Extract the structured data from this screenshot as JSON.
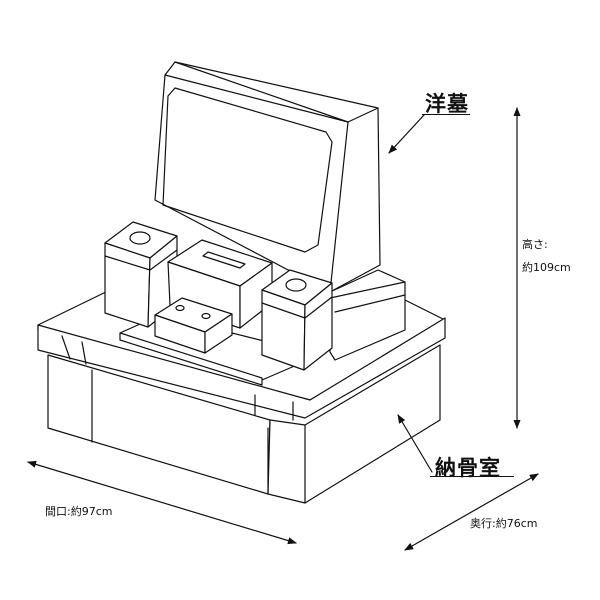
{
  "labels": {
    "tombstone": "洋墓",
    "ossuary": "納骨室",
    "height_title": "高さ:",
    "height_value": "約109cm",
    "width": "間口:約97cm",
    "depth": "奥行:約76cm"
  }
}
